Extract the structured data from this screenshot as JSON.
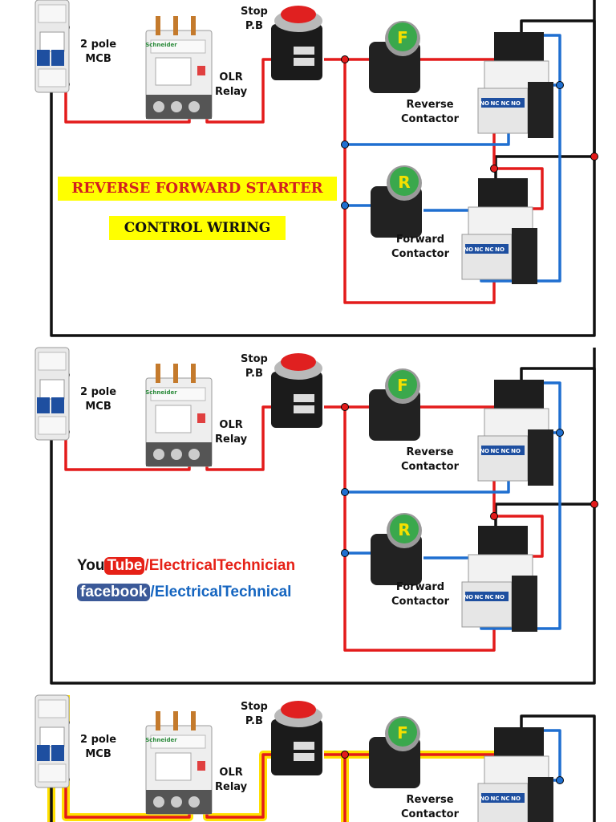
{
  "labels": {
    "mcb": [
      "2 pole",
      "MCB"
    ],
    "stop": [
      "Stop",
      "P.B"
    ],
    "olr": [
      "OLR",
      "Relay"
    ],
    "reverse": [
      "Reverse",
      "Contactor"
    ],
    "forward": [
      "Forward",
      "Contactor"
    ],
    "fwd_button": "F",
    "rev_button": "R",
    "brand_breaker": "Schneider",
    "terminals": [
      "NO",
      "NC",
      "NC",
      "NO"
    ]
  },
  "banner": {
    "title": "REVERSE FORWARD STARTER",
    "subtitle": "CONTROL WIRING"
  },
  "social": {
    "youtube_a": "You",
    "youtube_b": "Tube",
    "youtube_handle": "ElectricalTechnician",
    "facebook": "facebook",
    "facebook_handle": "ElectricalTechnical",
    "slash": "/"
  },
  "colors": {
    "phase_wire": "#e31b1b",
    "neutral_wire": "#111111",
    "control_wire": "#1f6fd0",
    "highlight": "#ffe000",
    "button_green": "#3aa84c",
    "stop_red": "#e02020"
  }
}
